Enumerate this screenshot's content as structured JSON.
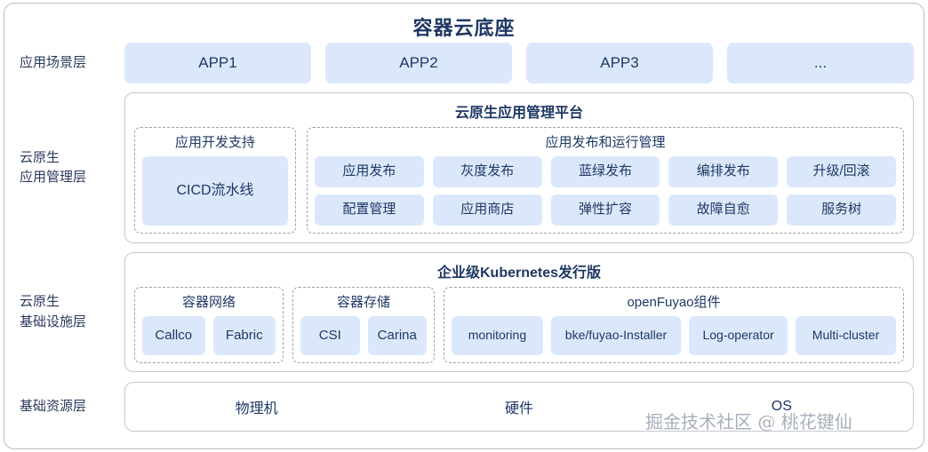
{
  "title": "容器云底座",
  "watermark": "掘金技术社区 @ 桃花键仙",
  "colors": {
    "title_text": "#1f3864",
    "chip_fill": "#dbe8fb",
    "chip_text": "#1f3864",
    "card_border": "#c4c8d0",
    "dashed_border": "#9aa0ab",
    "frame_border": "#b8bcc4",
    "background": "#ffffff"
  },
  "rows": {
    "app_scenario": {
      "label": "应用场景层",
      "apps": [
        "APP1",
        "APP2",
        "APP3",
        "..."
      ]
    },
    "cloud_native_app": {
      "label_line1": "云原生",
      "label_line2": "应用管理层",
      "card_title": "云原生应用管理平台",
      "dev_support": {
        "title": "应用开发支持",
        "items": [
          "CICD流水线"
        ]
      },
      "release_mgmt": {
        "title": "应用发布和运行管理",
        "items": [
          "应用发布",
          "灰度发布",
          "蓝绿发布",
          "编排发布",
          "升级/回滚",
          "配置管理",
          "应用商店",
          "弹性扩容",
          "故障自愈",
          "服务树"
        ]
      }
    },
    "cloud_native_infra": {
      "label_line1": "云原生",
      "label_line2": "基础设施层",
      "card_title": "企业级Kubernetes发行版",
      "container_network": {
        "title": "容器网络",
        "items": [
          "Callco",
          "Fabric"
        ]
      },
      "container_storage": {
        "title": "容器存储",
        "items": [
          "CSI",
          "Carina"
        ]
      },
      "open_fuyao": {
        "title": "openFuyao组件",
        "items": [
          "monitoring",
          "bke/fuyao-Installer",
          "Log-operator",
          "Multi-cluster"
        ]
      }
    },
    "base_resource": {
      "label": "基础资源层",
      "items": [
        "物理机",
        "硬件",
        "OS"
      ]
    }
  }
}
